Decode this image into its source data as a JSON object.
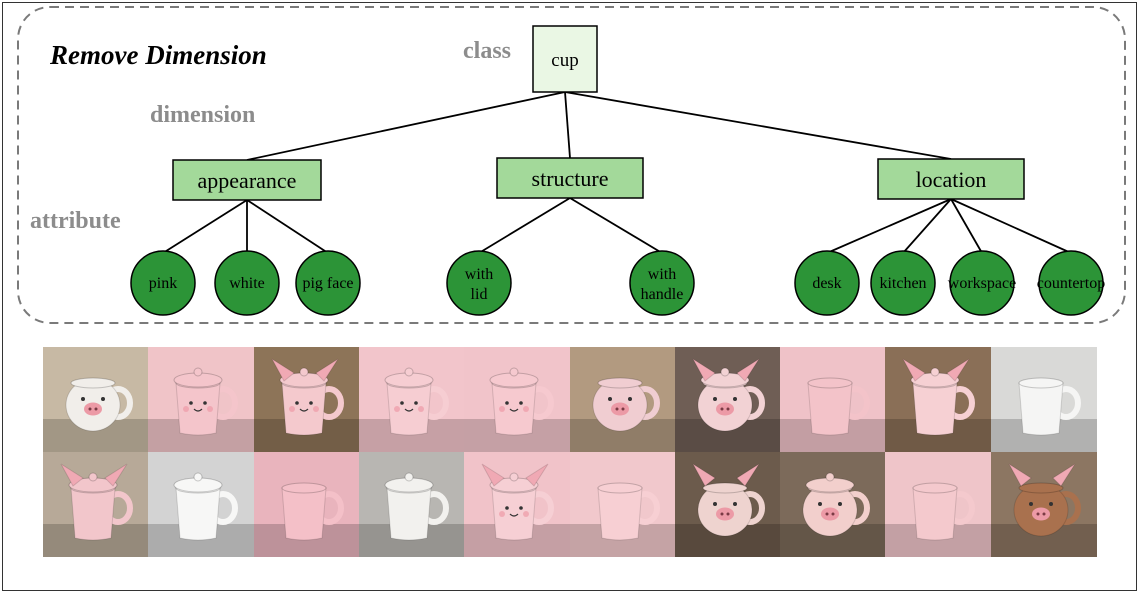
{
  "title": "Remove Dimension",
  "level_labels": {
    "class": "class",
    "dimension": "dimension",
    "attribute": "attribute"
  },
  "root": "cup",
  "dimensions": [
    {
      "label": "appearance",
      "attributes": [
        "pink",
        "white",
        "pig face"
      ]
    },
    {
      "label": "structure",
      "attributes": [
        "with lid",
        "with handle"
      ]
    },
    {
      "label": "location",
      "attributes": [
        "desk",
        "kitchen",
        "workspace",
        "countertop"
      ]
    }
  ],
  "colors": {
    "root_fill": "#eaf7e4",
    "dimension_fill": "#a3d99a",
    "attribute_fill": "#2c9437",
    "dashed_border": "#7a7a7a",
    "level_label": "#8c8c8c"
  },
  "images": {
    "rows": 2,
    "columns": 10,
    "cells": [
      {
        "bg": "#c7b9a4",
        "cup": "#f1eeea",
        "pig": true,
        "ears": false,
        "lid": false
      },
      {
        "bg": "#f0c4c8",
        "cup": "#f4c5cb",
        "pig": false,
        "ears": false,
        "lid": true,
        "face": true
      },
      {
        "bg": "#8d7458",
        "cup": "#f4c9cd",
        "pig": false,
        "ears": true,
        "lid": true,
        "face": true
      },
      {
        "bg": "#f2c5cb",
        "cup": "#f6cdd2",
        "pig": false,
        "ears": false,
        "lid": true,
        "face": true
      },
      {
        "bg": "#f1c4ca",
        "cup": "#f6c9cf",
        "pig": false,
        "ears": false,
        "lid": true,
        "face": true
      },
      {
        "bg": "#b29a80",
        "cup": "#f0cdd1",
        "pig": true,
        "ears": false,
        "lid": false
      },
      {
        "bg": "#6f5e55",
        "cup": "#f2d2d4",
        "pig": true,
        "ears": true,
        "lid": true
      },
      {
        "bg": "#efc2c8",
        "cup": "#f3c3c9",
        "pig": false,
        "ears": false,
        "lid": false
      },
      {
        "bg": "#8a6f57",
        "cup": "#f6d0d3",
        "pig": false,
        "ears": true,
        "lid": true
      },
      {
        "bg": "#d9d9d7",
        "cup": "#f5f5f4",
        "pig": false,
        "ears": false,
        "lid": false
      },
      {
        "bg": "#b7a998",
        "cup": "#f2c6cb",
        "pig": false,
        "ears": true,
        "lid": true
      },
      {
        "bg": "#d3d3d3",
        "cup": "#f7f7f6",
        "pig": false,
        "ears": false,
        "lid": true
      },
      {
        "bg": "#e9b4bd",
        "cup": "#f4c0c8",
        "pig": false,
        "ears": false,
        "lid": false
      },
      {
        "bg": "#b8b6b2",
        "cup": "#f2f1ee",
        "pig": false,
        "ears": false,
        "lid": true
      },
      {
        "bg": "#f1c3c9",
        "cup": "#f6cfd4",
        "pig": false,
        "ears": true,
        "lid": true,
        "face": true
      },
      {
        "bg": "#f1c8cc",
        "cup": "#f7cfd3",
        "pig": false,
        "ears": false,
        "lid": false
      },
      {
        "bg": "#6c5b4c",
        "cup": "#eed3cf",
        "pig": true,
        "ears": true,
        "lid": false
      },
      {
        "bg": "#7c6a5a",
        "cup": "#f2cfcc",
        "pig": true,
        "ears": false,
        "lid": true
      },
      {
        "bg": "#efc5c9",
        "cup": "#f4c9cd",
        "pig": false,
        "ears": false,
        "lid": false
      },
      {
        "bg": "#8c7662",
        "cup": "#a9714e",
        "pig": true,
        "ears": true,
        "lid": false
      }
    ]
  }
}
